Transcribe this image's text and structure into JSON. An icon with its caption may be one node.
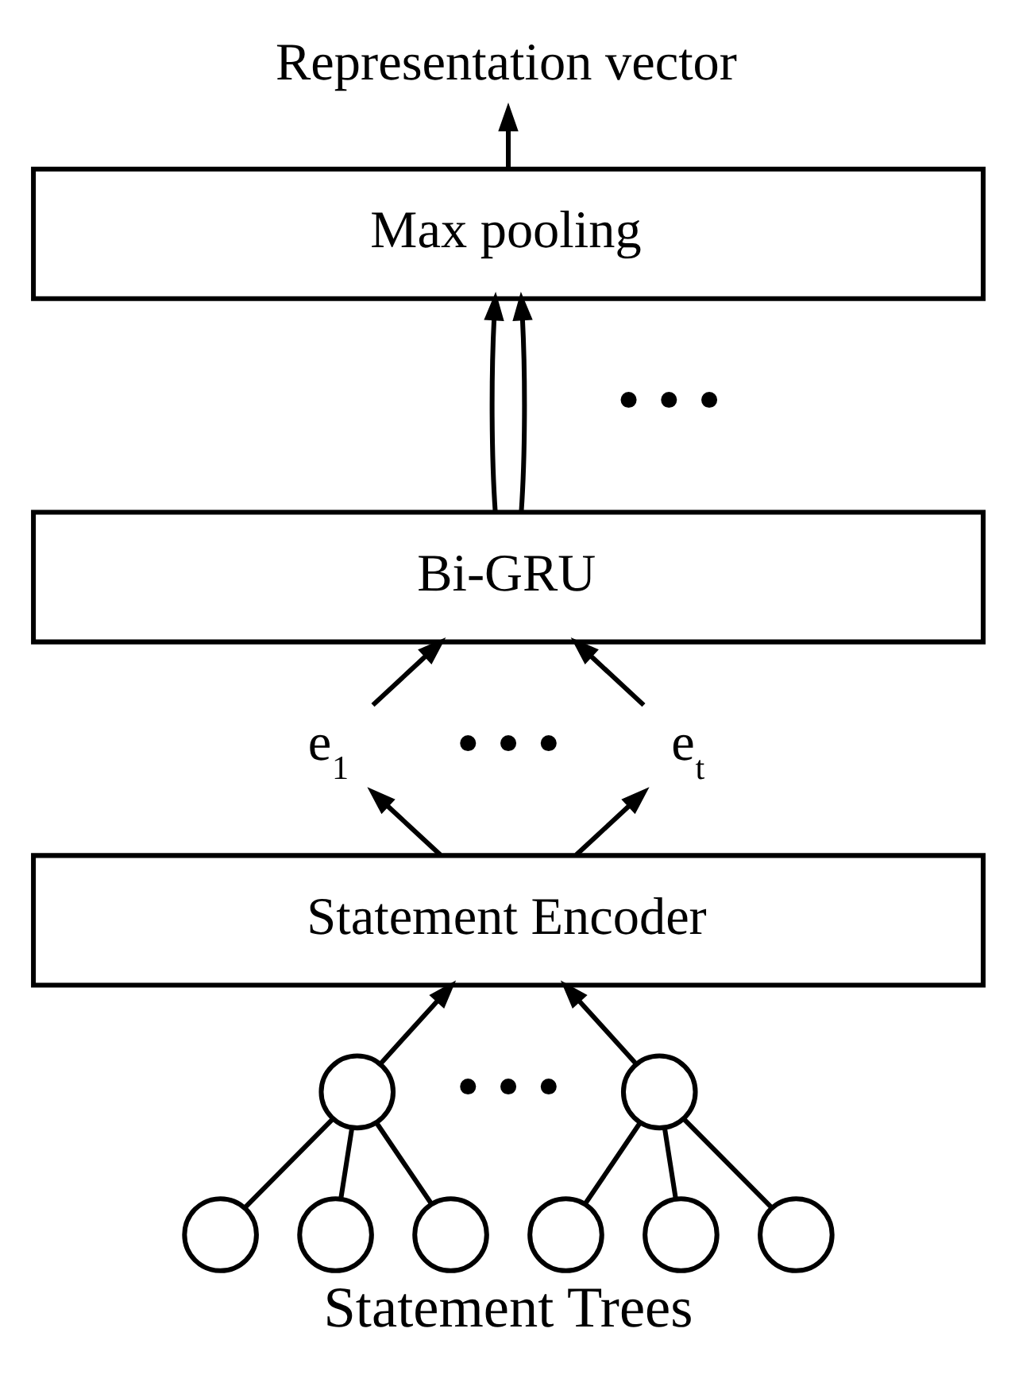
{
  "diagram": {
    "caption": "Statement Trees",
    "nodes": [
      {
        "text": [
          "Representation vector"
        ]
      },
      {
        "text": [
          "Max pooling"
        ]
      },
      {
        "text": [
          "Bi-GRU"
        ]
      },
      {
        "text": [
          "e$_{1}$"
        ]
      },
      {
        "text": [
          "e$_{t}$"
        ]
      },
      {
        "text": [
          "Statement Encoder"
        ]
      },
      {
        "text": [],
        "shape": "circle"
      },
      {
        "text": [],
        "shape": "circle"
      },
      {
        "text": [],
        "shape": "circle"
      },
      {
        "text": [],
        "shape": "circle"
      },
      {
        "text": [],
        "shape": "circle"
      },
      {
        "text": [],
        "shape": "circle"
      },
      {
        "text": [],
        "shape": "circle"
      },
      {
        "text": [],
        "shape": "circle"
      }
    ],
    "edges": [
      {
        "from": 1,
        "to": 0,
        "arrow": "to"
      },
      {
        "from": 2,
        "to": 1,
        "arrow": "to"
      },
      {
        "from": 2,
        "to": 1,
        "arrow": "to"
      },
      {
        "from": 3,
        "to": 2,
        "arrow": "to"
      },
      {
        "from": 4,
        "to": 2,
        "arrow": "to"
      },
      {
        "from": 5,
        "to": 3,
        "arrow": "to"
      },
      {
        "from": 5,
        "to": 4,
        "arrow": "to"
      },
      {
        "from": 6,
        "to": 5,
        "arrow": "to"
      },
      {
        "from": 10,
        "to": 5,
        "arrow": "to"
      },
      {
        "from": 6,
        "to": 7,
        "arrow": "none"
      },
      {
        "from": 6,
        "to": 8,
        "arrow": "none"
      },
      {
        "from": 6,
        "to": 9,
        "arrow": "none"
      },
      {
        "from": 10,
        "to": 11,
        "arrow": "none"
      },
      {
        "from": 10,
        "to": 12,
        "arrow": "none"
      },
      {
        "from": 10,
        "to": 13,
        "arrow": "none"
      }
    ],
    "labels": [
      "• • •",
      "• • •",
      "• • •"
    ]
  }
}
